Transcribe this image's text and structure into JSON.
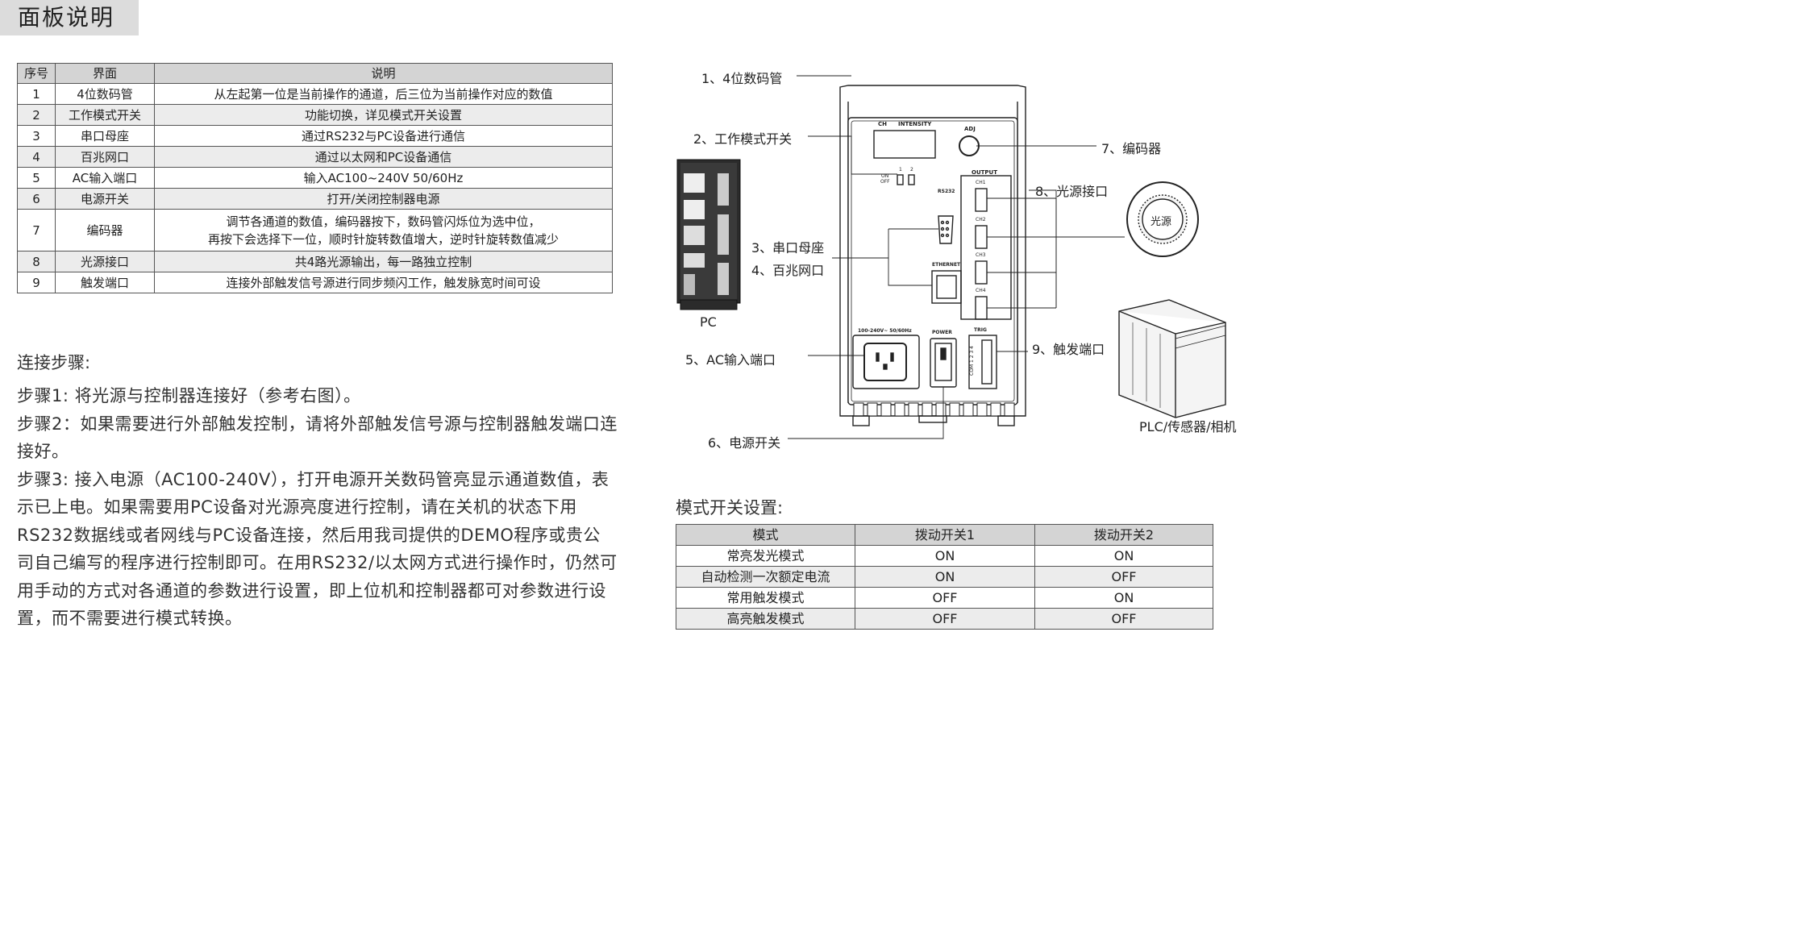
{
  "page_title": "面板说明",
  "panel_table": {
    "headers": [
      "序号",
      "界面",
      "说明"
    ],
    "rows": [
      {
        "no": "1",
        "name": "4位数码管",
        "desc": "从左起第一位是当前操作的通道，后三位为当前操作对应的数值"
      },
      {
        "no": "2",
        "name": "工作模式开关",
        "desc": "功能切换，详见模式开关设置"
      },
      {
        "no": "3",
        "name": "串口母座",
        "desc": "通过RS232与PC设备进行通信"
      },
      {
        "no": "4",
        "name": "百兆网口",
        "desc": "通过以太网和PC设备通信"
      },
      {
        "no": "5",
        "name": "AC输入端口",
        "desc": "输入AC100~240V  50/60Hz"
      },
      {
        "no": "6",
        "name": "电源开关",
        "desc": "打开/关闭控制器电源"
      },
      {
        "no": "7",
        "name": "编码器",
        "desc_line1": "调节各通道的数值，编码器按下，数码管闪烁位为选中位，",
        "desc_line2": "再按下会选择下一位，顺时针旋转数值增大，逆时针旋转数值减少"
      },
      {
        "no": "8",
        "name": "光源接口",
        "desc": "共4路光源输出，每一路独立控制"
      },
      {
        "no": "9",
        "name": "触发端口",
        "desc": "连接外部触发信号源进行同步频闪工作，触发脉宽时间可设"
      }
    ]
  },
  "connect": {
    "heading": "连接步骤:",
    "step1": "步骤1:  将光源与控制器连接好（参考右图）。",
    "step2": "步骤2：如果需要进行外部触发控制，请将外部触发信号源与控制器触发端口连接好。",
    "step3": "步骤3:  接入电源（AC100-240V），打开电源开关数码管亮显示通道数值，表示已上电。如果需要用PC设备对光源亮度进行控制，请在关机的状态下用RS232数据线或者网线与PC设备连接，然后用我司提供的DEMO程序或贵公司自己编写的程序进行控制即可。在用RS232/以太网方式进行操作时，仍然可用手动的方式对各通道的参数进行设置，即上位机和控制器都可对参数进行设置，而不需要进行模式转换。"
  },
  "diagram": {
    "labels": {
      "l1": "1、4位数码管",
      "l2": "2、工作模式开关",
      "l3": "3、串口母座",
      "l4": "4、百兆网口",
      "l5": "5、AC输入端口",
      "l6": "6、电源开关",
      "l7": "7、编码器",
      "l8": "8、光源接口",
      "l9": "9、触发端口"
    },
    "captions": {
      "pc": "PC",
      "plc": "PLC/传感器/相机",
      "light": "光源"
    },
    "panel_text": {
      "ch": "CH",
      "intensity": "INTENSITY",
      "adj": "ADJ",
      "output": "OUTPUT",
      "ch1": "CH1",
      "ch2": "CH2",
      "ch3": "CH3",
      "ch4": "CH4",
      "rs232": "RS232",
      "ethernet": "ETHERNET",
      "on": "ON",
      "off": "OFF",
      "sw1": "1",
      "sw2": "2",
      "ac_rating": "100-240V~  50/60Hz",
      "power": "POWER",
      "trig": "TRIG",
      "trig_pins": "COM 1 2 3 4"
    }
  },
  "mode_table": {
    "heading": "模式开关设置:",
    "headers": [
      "模式",
      "拨动开关1",
      "拨动开关2"
    ],
    "rows": [
      {
        "mode": "常亮发光模式",
        "s1": "ON",
        "s2": "ON"
      },
      {
        "mode": "自动检测一次额定电流",
        "s1": "ON",
        "s2": "OFF"
      },
      {
        "mode": "常用触发模式",
        "s1": "OFF",
        "s2": "ON"
      },
      {
        "mode": "高亮触发模式",
        "s1": "OFF",
        "s2": "OFF"
      }
    ]
  }
}
